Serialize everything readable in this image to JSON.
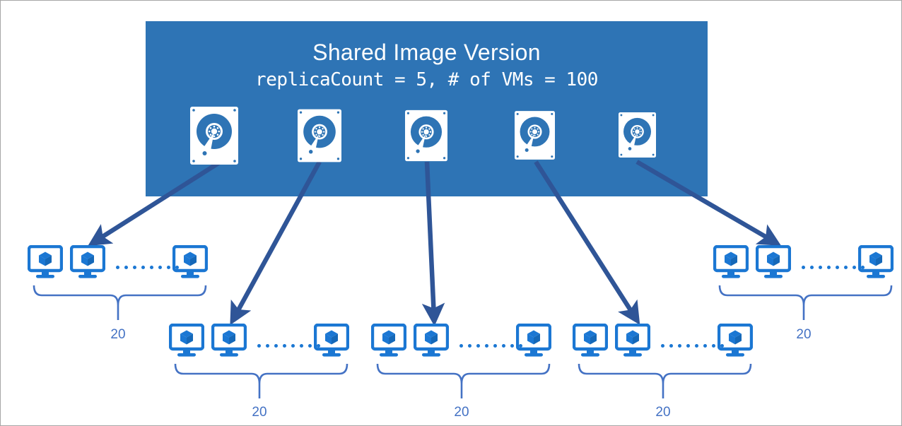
{
  "diagram": {
    "title": "Shared Image Version",
    "subtitle": "replicaCount = 5, # of VMs = 100",
    "header_color": "#2E74B5",
    "arrow_color": "#2F5597",
    "vm_color": "#1B77D3",
    "brace_color": "#4472C4",
    "count_label_color": "#4472C4",
    "border_color": "#a6a6a6"
  },
  "replicas": [
    {
      "id": "replica-1",
      "icon": "hard-disk-icon"
    },
    {
      "id": "replica-2",
      "icon": "hard-disk-icon"
    },
    {
      "id": "replica-3",
      "icon": "hard-disk-icon"
    },
    {
      "id": "replica-4",
      "icon": "hard-disk-icon"
    },
    {
      "id": "replica-5",
      "icon": "hard-disk-icon"
    }
  ],
  "vm_groups": [
    {
      "id": "vm-group-1",
      "count_label": "20",
      "source_replica": "replica-1",
      "vm_icon": "virtual-machine-icon",
      "ellipsis": "........"
    },
    {
      "id": "vm-group-2",
      "count_label": "20",
      "source_replica": "replica-2",
      "vm_icon": "virtual-machine-icon",
      "ellipsis": "........"
    },
    {
      "id": "vm-group-3",
      "count_label": "20",
      "source_replica": "replica-3",
      "vm_icon": "virtual-machine-icon",
      "ellipsis": "........"
    },
    {
      "id": "vm-group-4",
      "count_label": "20",
      "source_replica": "replica-4",
      "vm_icon": "virtual-machine-icon",
      "ellipsis": "........"
    },
    {
      "id": "vm-group-5",
      "count_label": "20",
      "source_replica": "replica-5",
      "vm_icon": "virtual-machine-icon",
      "ellipsis": "........"
    }
  ],
  "chart_data": {
    "type": "diagram",
    "title": "Shared Image Version",
    "subtitle": "replicaCount = 5, # of VMs = 100",
    "replica_count": 5,
    "total_vms": 100,
    "vms_per_replica": 20,
    "categories": [
      "replica-1",
      "replica-2",
      "replica-3",
      "replica-4",
      "replica-5"
    ],
    "values": [
      20,
      20,
      20,
      20,
      20
    ]
  }
}
